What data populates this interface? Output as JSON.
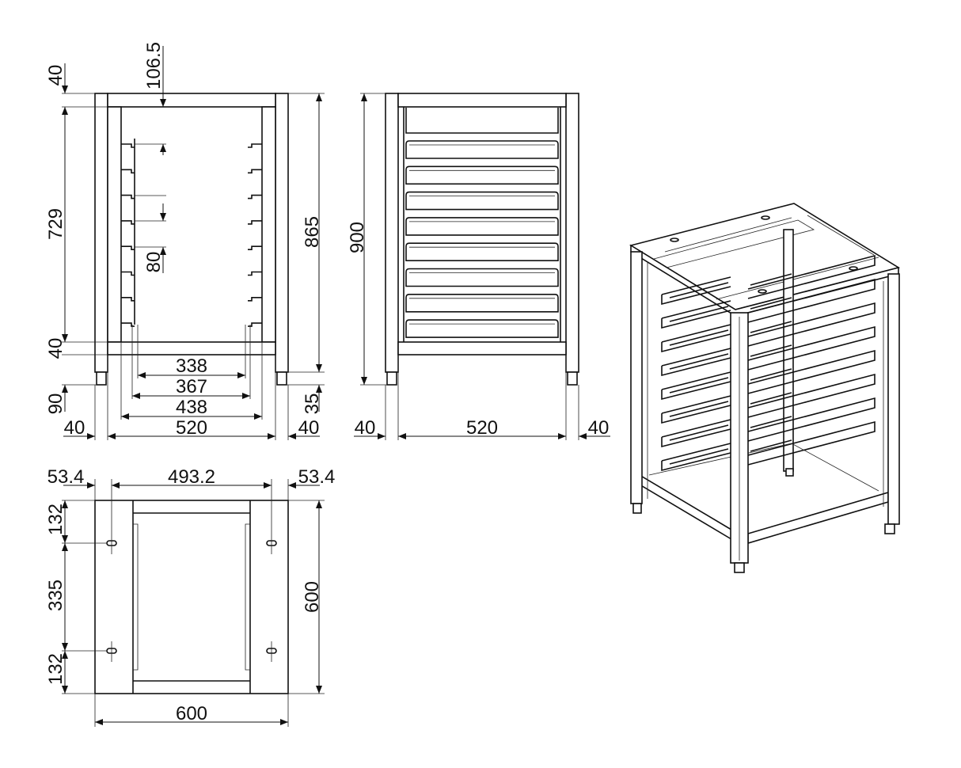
{
  "front_view": {
    "d_top_gap": "40",
    "d_top_to_shelf": "106.5",
    "d_inner_height": "729",
    "d_total_height": "865",
    "d_shelf_pitch": "80",
    "d_bottom_bar": "40",
    "d_leg": "90",
    "d_foot": "35",
    "d_338": "338",
    "d_367": "367",
    "d_438": "438",
    "d_width": "520",
    "d_post_left": "40",
    "d_post_right": "40"
  },
  "side_view": {
    "d_height": "900",
    "d_width": "520",
    "d_post_left": "40",
    "d_post_right": "40"
  },
  "top_view": {
    "d_slot_left": "53.4",
    "d_slot_span": "493.2",
    "d_slot_right": "53.4",
    "d_depth": "600",
    "d_slot_top": "132",
    "d_slot_mid": "335",
    "d_slot_bottom": "132",
    "d_width": "600"
  },
  "shelf_count": 8
}
